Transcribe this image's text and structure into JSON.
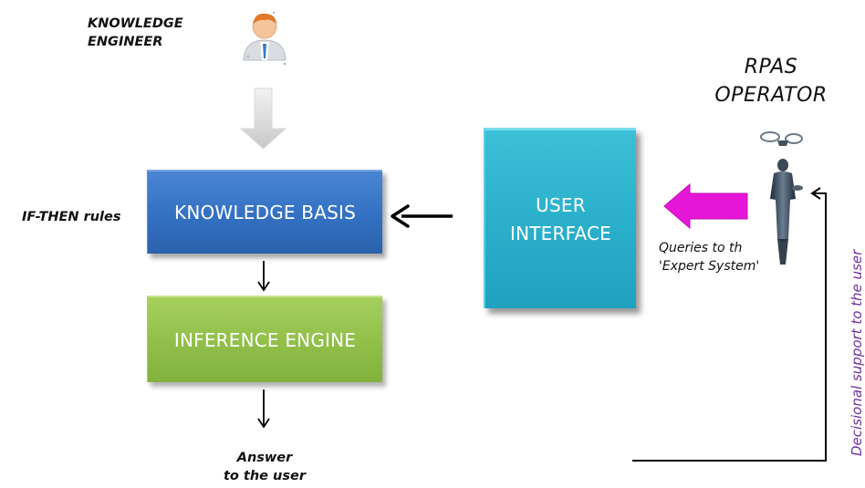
{
  "knowledge_engineer": {
    "line1": "KNOWLEDGE",
    "line2": "ENGINEER"
  },
  "if_then_label": "IF-THEN rules",
  "knowledge_basis": "KNOWLEDGE BASIS",
  "inference_engine": "INFERENCE ENGINE",
  "answer": {
    "line1": "Answer",
    "line2": "to the user"
  },
  "user_interface": {
    "line1": "USER",
    "line2": "INTERFACE"
  },
  "rpas_operator": {
    "line1": "RPAS",
    "line2": "OPERATOR"
  },
  "queries": {
    "line1": "Queries to th",
    "line2": "'Expert System'"
  },
  "decisional_support": "Decisional support to the user",
  "colors": {
    "knowledge_basis": "#3572c4",
    "inference_engine": "#92c04a",
    "user_interface": "#2bb0cc",
    "query_arrow": "#e616d8",
    "decisional_text": "#7030a0"
  }
}
